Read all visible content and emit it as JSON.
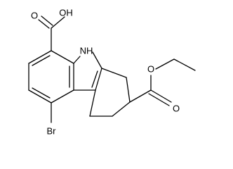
{
  "diagram": {
    "type": "chemical-structure",
    "labels": {
      "acid_oh": "OH",
      "nh": "NH",
      "bromine": "Br",
      "ester_o_carbonyl": "O",
      "ester_o_ether": "O",
      "acid_o_carbonyl": "O"
    },
    "colors": {
      "bond": "#000000",
      "background": "#ffffff"
    }
  }
}
